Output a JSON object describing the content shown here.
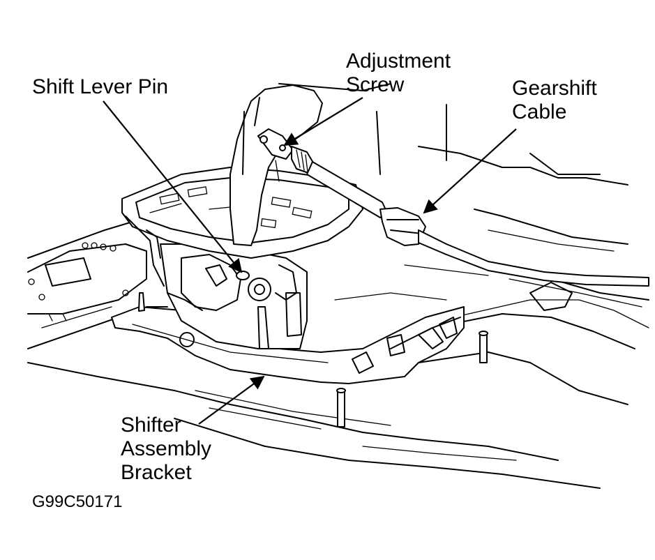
{
  "labels": {
    "shift_lever_pin": "Shift Lever Pin",
    "adjustment_screw": [
      "Adjustment",
      "Screw"
    ],
    "gearshift_cable": [
      "Gearshift",
      "Cable"
    ],
    "shifter_bracket": [
      "Shifter",
      "Assembly",
      "Bracket"
    ]
  },
  "figure_code": "G99C50171"
}
